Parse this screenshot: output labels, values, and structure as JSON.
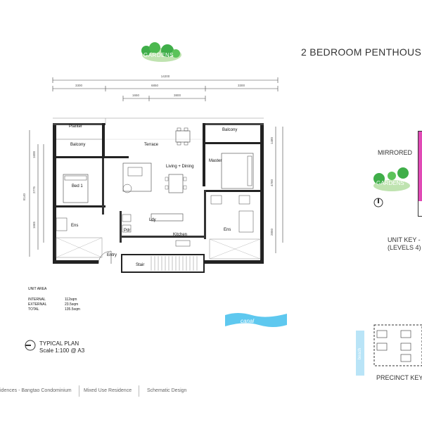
{
  "title": "2 BEDROOM PENTHOUSE",
  "gardens_badge": "GARDENS",
  "dimensions": {
    "overall": "14200",
    "top_left": "3300",
    "top_middle": "6850",
    "top_right": "3300",
    "sub_a": "1650",
    "sub_b": "3800",
    "left_total": "8140",
    "left_a": "1600",
    "left_b": "2775",
    "left_c": "1665",
    "right_a": "1480",
    "right_b": "4760",
    "right_c": "2850"
  },
  "rooms": {
    "planter": "Planter",
    "balcony_left": "Balcony",
    "terrace": "Terrace",
    "balcony_right": "Balcony",
    "living_dining": "Living + Dining",
    "master": "Master",
    "bed1": "Bed 1",
    "ens_left": "Ens",
    "ldry": "Ldy",
    "pdr": "Pdr",
    "kitchen": "Kitchen",
    "ens_right": "Ens",
    "entry": "Entry",
    "stair": "Stair"
  },
  "unit_area": {
    "heading": "UNIT AREA",
    "rows": [
      {
        "label": "INTERNAL",
        "value": "112sqm"
      },
      {
        "label": "EXTERNAL",
        "value": "23.5sqm"
      },
      {
        "label": "TOTAL",
        "value": "135.5sqm"
      }
    ]
  },
  "plan_label": {
    "line1": "TYPICAL PLAN",
    "line2": "Scale 1:100 @ A3"
  },
  "canal_label": "canal",
  "unit_key": {
    "mirrored": "MIRRORED",
    "gardens": "GARDENS",
    "title": "UNIT KEY - (",
    "levels": "(LEVELS 4)"
  },
  "precinct": {
    "beach": "beach",
    "label": "PRECINCT KEY"
  },
  "footer": {
    "item1": "idences - Bangtao Condominium",
    "item2": "Mixed Use Residence",
    "item3": "Schematic Design"
  },
  "colors": {
    "gardens_green": "#3fae49",
    "gardens_light": "#bfe3b0",
    "canal_blue": "#5ec8ef",
    "beach_blue": "#b9e4f7",
    "unit_pink": "#e14ab6",
    "wall_dark": "#222222"
  }
}
